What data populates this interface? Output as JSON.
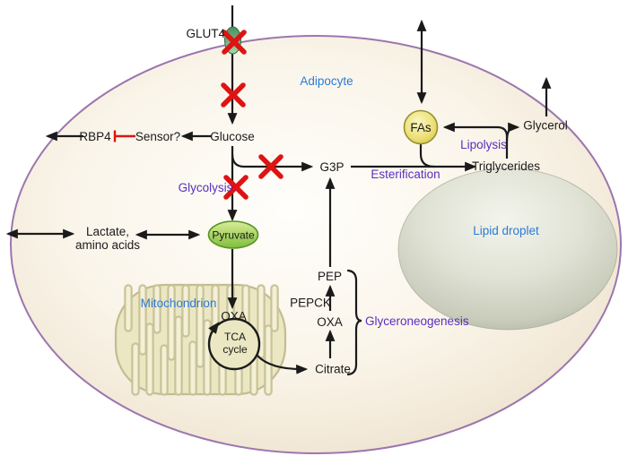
{
  "diagram": {
    "cell": {
      "label": "Adipocyte"
    },
    "organelles": {
      "mitochondrion": "Mitochondrion",
      "lipid_droplet": "Lipid droplet"
    },
    "transporter": {
      "glut4": "GLUT4"
    },
    "metabolites": {
      "glucose": "Glucose",
      "rbp4": "RBP4",
      "sensor": "Sensor?",
      "lactate_line1": "Lactate,",
      "lactate_line2": "amino acids",
      "pyruvate": "Pyruvate",
      "oxa_mitochondrial": "OXA",
      "tca_line1": "TCA",
      "tca_line2": "cycle",
      "citrate": "Citrate",
      "oxa_cytosolic": "OXA",
      "pepck": "PEPCK",
      "pep": "PEP",
      "g3p": "G3P",
      "triglycerides": "Triglycerides",
      "fatty_acids": "FAs",
      "glycerol": "Glycerol"
    },
    "processes": {
      "glycolysis": "Glycolysis",
      "esterification": "Esterification",
      "lipolysis": "Lipolysis",
      "glyceroneogenesis": "Glyceroneogenesis"
    },
    "colors": {
      "blue_label": "#2b7bd7",
      "purple_label": "#5a2fc0",
      "blocked_red": "#de1414",
      "membrane_purple": "#9c76ae",
      "pyruvate_green": "#7ebe3a",
      "fas_yellow": "#e4da5e",
      "text_black": "#1a1a1a"
    }
  }
}
